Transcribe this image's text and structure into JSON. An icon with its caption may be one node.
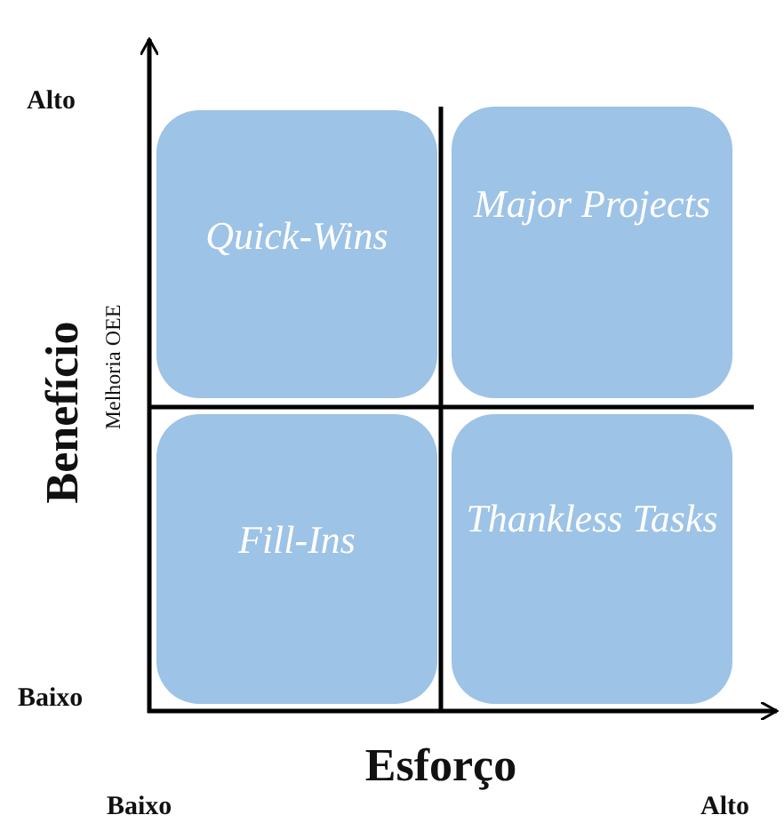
{
  "diagram": {
    "nodes": [
      {
        "text": [
          "Quick-Wins"
        ]
      },
      {
        "text": [
          "Major Projects"
        ]
      },
      {
        "text": [
          "Fill-Ins"
        ]
      },
      {
        "text": [
          "Thankless Tasks"
        ]
      }
    ],
    "labels": [
      "Alto",
      "Benefício",
      "Melhoria OEE",
      "Baixo",
      "Esforço",
      "Baixo",
      "Alto"
    ]
  }
}
